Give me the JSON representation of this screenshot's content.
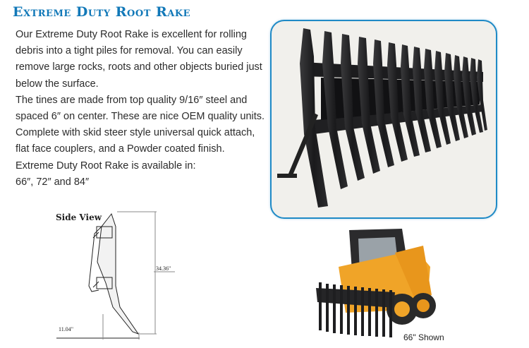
{
  "title": "Extreme Duty Root Rake",
  "description": {
    "p1": "Our Extreme Duty Root Rake is excellent for rolling debris into a tight piles for removal. You can easily remove large rocks, roots and other objects buried just below the surface.",
    "p2": "The tines are made from top quality 9/16″ steel and spaced 6″ on center. These are nice OEM quality units. Complete with skid steer style universal quick attach, flat face couplers, and a Powder coated finish.",
    "p3": "Extreme Duty Root Rake is available in:",
    "p4": "66″, 72″ and 84″"
  },
  "product_photo": {
    "alt": "root-rake-attachment",
    "border_color": "#1f8ac6",
    "tine_count": 15
  },
  "side_view": {
    "label": "Side View",
    "height_dim": "34.36\"",
    "width_dim": "11.04\""
  },
  "loader_photo": {
    "caption": "66\" Shown"
  },
  "colors": {
    "title": "#1178b8",
    "body_text": "#2c2c2c",
    "loader_yellow": "#f0a428"
  }
}
